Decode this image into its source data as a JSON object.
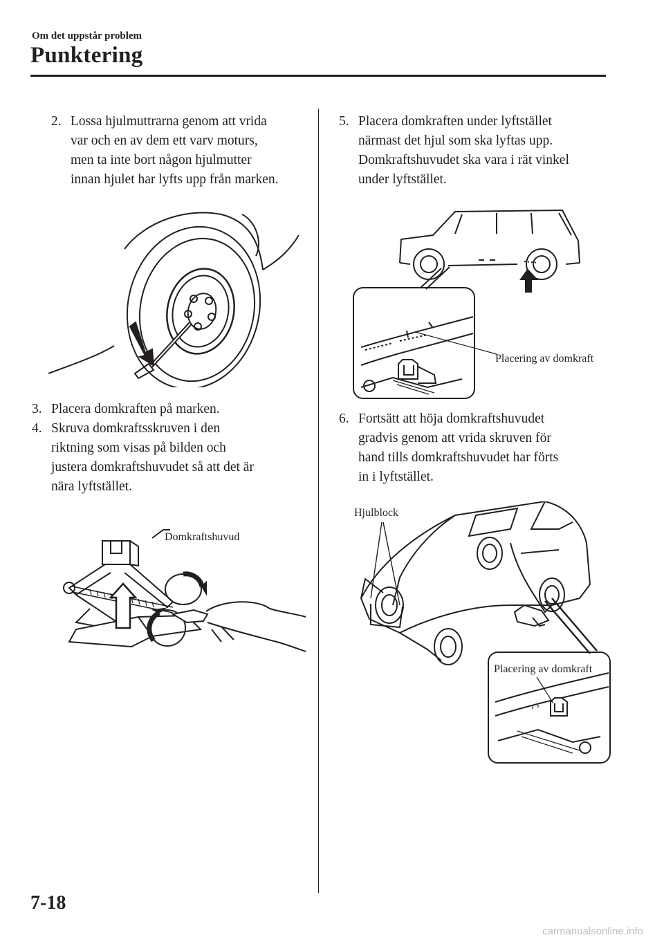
{
  "header": {
    "section": "Om det uppstår problem",
    "title": "Punktering"
  },
  "steps": [
    {
      "num": "2.",
      "text": "Lossa hjulmuttrarna genom att vrida\nvar och en av dem ett varv moturs,\nmen ta inte bort någon hjulmutter\ninnan hjulet har lyfts upp från marken."
    },
    {
      "num": "3.",
      "text": "Placera domkraften på marken."
    },
    {
      "num": "4.",
      "text": "Skruva domkraftsskruven i den\nriktning som visas på bilden och\njustera domkraftshuvudet så att det är\nnära lyftstället."
    },
    {
      "num": "5.",
      "text": "Placera domkraften under lyftstället\nnärmast det hjul som ska lyftas upp.\nDomkraftshuvudet ska vara i rät vinkel\nunder lyftstället."
    },
    {
      "num": "6.",
      "text": "Fortsätt att höja domkraftshuvudet\ngradvis genom att vrida skruven för\nhand tills domkraftshuvudet har förts\nin i lyftstället."
    }
  ],
  "figures": {
    "jack_head_label": "Domkraftshuvud",
    "jack_point_label_1": "Placering av domkraft",
    "wheel_block_label": "Hjulblock",
    "jack_point_label_2": "Placering av domkraft"
  },
  "footer": {
    "page_number": "7-18",
    "watermark": "carmanualsonline.info"
  }
}
